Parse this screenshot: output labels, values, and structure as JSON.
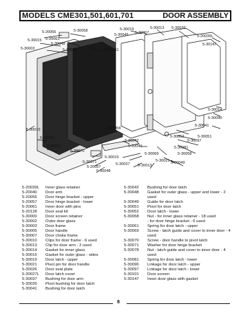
{
  "header": {
    "title": "MODELS CME301,501,601,701",
    "section": "DOOR ASSEMBLY"
  },
  "callouts": [
    "5-20056",
    "5-30058",
    "5-30019",
    "5-30013",
    "5-30026",
    "5-30015",
    "5-20061",
    "5-30048",
    "5-30049",
    "5-30007",
    "5-20039L",
    "5-30003",
    "5-30000",
    "5-30061",
    "5-30147",
    "5-30014",
    "5-30096",
    "5-30041",
    "5-30010",
    "5-30058",
    "5-30052",
    "5-30051",
    "5-30097",
    "5-30002",
    "5-30042",
    "5-20040",
    "5-30081",
    "5-30005",
    "5-30070",
    "5-30069",
    "5-30058",
    "5-30015",
    "5-30071",
    "5-30021",
    "5-30049",
    "5-20057",
    "5-30037",
    "5-30013",
    "5-30048"
  ],
  "legend_left": [
    {
      "code": "5-20039L",
      "desc": "Inner glass retainer"
    },
    {
      "code": "5-20040",
      "desc": "Door arm"
    },
    {
      "code": "5-20056",
      "desc": "Door hinge bracket - upper"
    },
    {
      "code": "5-20057",
      "desc": "Door hinge bracket - lower"
    },
    {
      "code": "5-20061",
      "desc": "Inner door with pins"
    },
    {
      "code": "5-20128",
      "desc": "Door seal kit"
    },
    {
      "code": "5-30000",
      "desc": "Door screen retainer"
    },
    {
      "code": "5-30002",
      "desc": "Outer door glass"
    },
    {
      "code": "5-30003",
      "desc": "Door frame"
    },
    {
      "code": "5-30005",
      "desc": "Door handle"
    },
    {
      "code": "5-30007",
      "desc": "Door choke frame"
    },
    {
      "code": "5-30010",
      "desc": "Clips for door frame - 6 used"
    },
    {
      "code": "5-30013",
      "desc": "Clip for door arm - 2 used"
    },
    {
      "code": "5-30014",
      "desc": "Gasket for inner glass"
    },
    {
      "code": "5-30015",
      "desc": "Gasket for outer glass - sides"
    },
    {
      "code": "5-30019",
      "desc": "Door latch - upper"
    },
    {
      "code": "5-30021",
      "desc": "Pivot pin for door handle"
    },
    {
      "code": "5-30026",
      "desc": "Door seal plate"
    },
    {
      "code": "5-30027L",
      "desc": "Door latch cover"
    },
    {
      "code": "5-30037",
      "desc": "Bushing for door arm"
    },
    {
      "code": "5-30039",
      "desc": "Pivot bushing for door latch"
    },
    {
      "code": "5-30041",
      "desc": "Bushing for door latch"
    }
  ],
  "legend_right": [
    {
      "code": "5-30042",
      "desc": "Bushing for door latch"
    },
    {
      "code": "5-30048",
      "desc": "Gasket for outer glass - upper and lower - 2 used"
    },
    {
      "code": "5-30049",
      "desc": "Guide for door latch"
    },
    {
      "code": "5-30051",
      "desc": "Pivot for door latch"
    },
    {
      "code": "5-30052",
      "desc": "Door latch - lower"
    },
    {
      "code": "5-30058",
      "desc": "Nut - for inner glass retainer - 18 used"
    },
    {
      "code": "",
      "desc": "- for door hinge bracket - 6 used"
    },
    {
      "code": "5-30061",
      "desc": "Spring for door latch - upper"
    },
    {
      "code": "5-30069",
      "desc": "Screw - latch guide and cover to inner door - 4 used"
    },
    {
      "code": "5-30070",
      "desc": "Screw - door handle to pivot latch"
    },
    {
      "code": "5-30071",
      "desc": "Washer for door hinge bracket"
    },
    {
      "code": "5-30078",
      "desc": "Nut - latch guide and cover to inner door - 4 used"
    },
    {
      "code": "5-30081",
      "desc": "Spring for door latch - lower"
    },
    {
      "code": "5-30096",
      "desc": "Linkage for door latch - upper"
    },
    {
      "code": "5-30097",
      "desc": "Linkage for door latch - lower"
    },
    {
      "code": "5-30101",
      "desc": "Door screen"
    },
    {
      "code": "5-30147",
      "desc": "Inner door glass with gasket"
    }
  ],
  "footer": {
    "page_number": "8"
  }
}
